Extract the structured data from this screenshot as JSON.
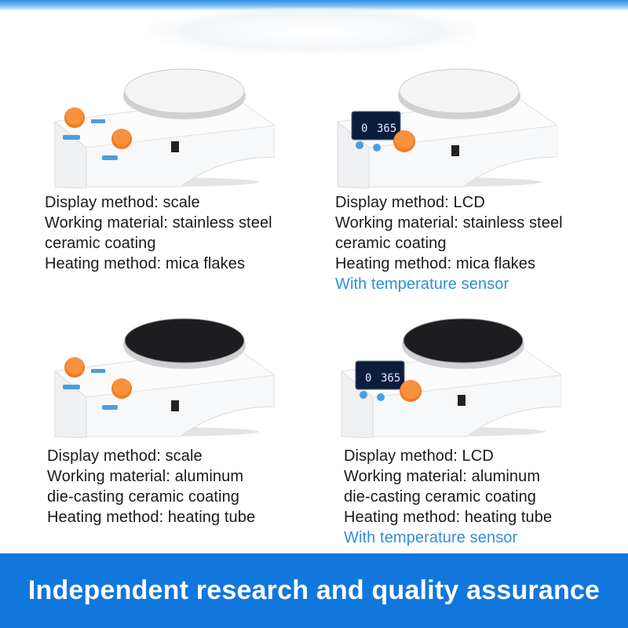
{
  "products": [
    {
      "id": "scale-steel",
      "plate_color": "#f4f4f4",
      "has_lcd": false,
      "lines": [
        "Display method: scale",
        "Working material: stainless steel",
        "ceramic coating",
        "Heating method: mica flakes"
      ],
      "sensor": ""
    },
    {
      "id": "lcd-steel",
      "plate_color": "#f4f4f4",
      "has_lcd": true,
      "lcd_left": "0",
      "lcd_right": "365",
      "lines": [
        "Display method: LCD",
        "Working material: stainless steel",
        "ceramic coating",
        "Heating method: mica flakes"
      ],
      "sensor": "With temperature sensor"
    },
    {
      "id": "scale-aluminum",
      "plate_color": "#1d1d1f",
      "has_lcd": false,
      "lines": [
        "Display method: scale",
        "Working material: aluminum",
        "die-casting ceramic coating",
        "Heating method: heating tube"
      ],
      "sensor": ""
    },
    {
      "id": "lcd-aluminum",
      "plate_color": "#1d1d1f",
      "has_lcd": true,
      "lcd_left": "0",
      "lcd_right": "365",
      "lines": [
        "Display method: LCD",
        "Working material: aluminum",
        "die-casting ceramic coating",
        "Heating method: heating tube"
      ],
      "sensor": "With temperature sensor"
    }
  ],
  "footer": {
    "text": "Independent research and quality assurance"
  },
  "colors": {
    "accent_blue": "#1277dc",
    "sensor_text": "#2d8fd8",
    "knob_orange": "#f57a1e"
  }
}
